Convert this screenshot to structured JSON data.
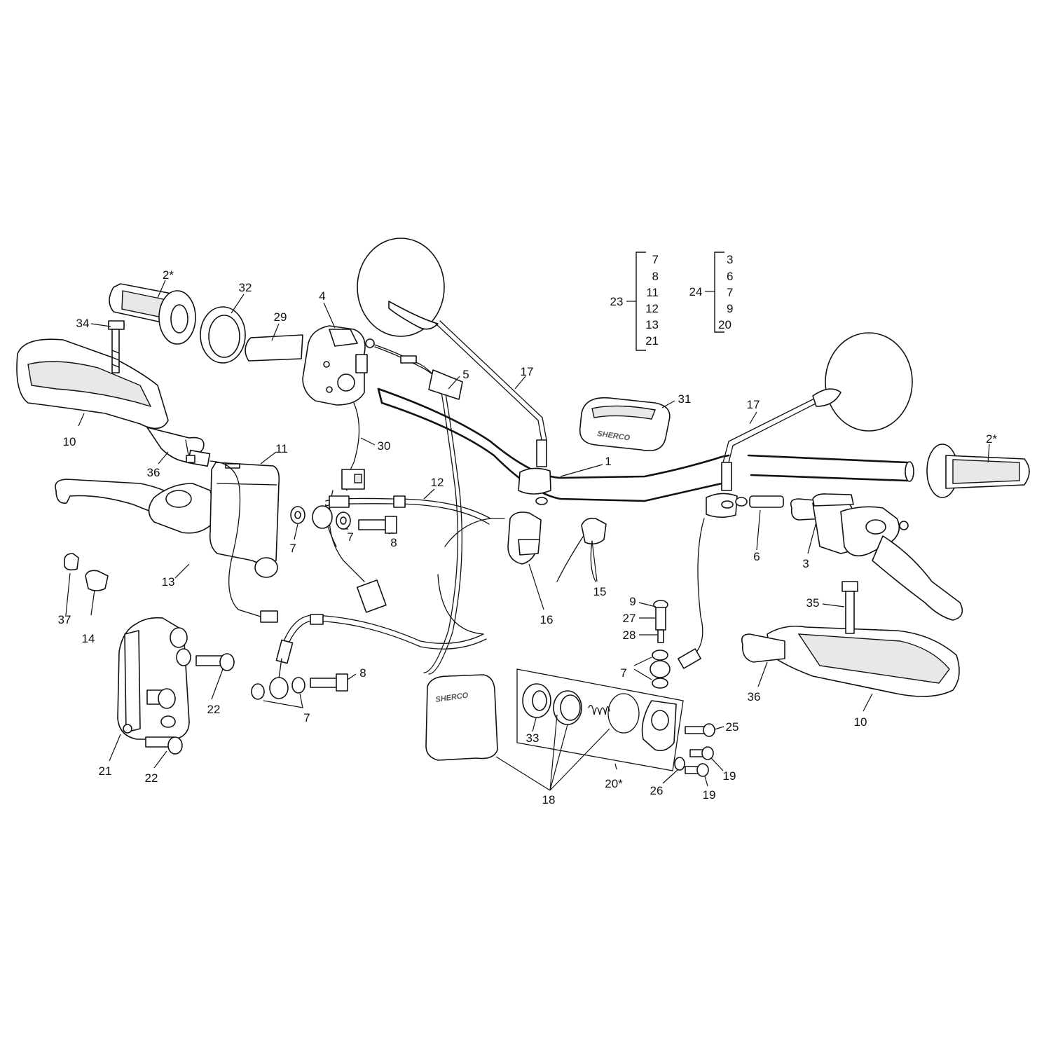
{
  "diagram": {
    "labels": {
      "l1": "1",
      "l2a": "2*",
      "l2b": "2*",
      "l3": "3",
      "l4": "4",
      "l5": "5",
      "l6": "6",
      "l7a": "7",
      "l7b": "7",
      "l7c": "7",
      "l7d": "7",
      "l8a": "8",
      "l8b": "8",
      "l9": "9",
      "l10a": "10",
      "l10b": "10",
      "l11": "11",
      "l12": "12",
      "l13": "13",
      "l14": "14",
      "l15": "15",
      "l16": "16",
      "l17a": "17",
      "l17b": "17",
      "l18": "18",
      "l19a": "19",
      "l19b": "19",
      "l20": "20*",
      "l21": "21",
      "l22a": "22",
      "l22b": "22",
      "l23": "23",
      "l24": "24",
      "l25": "25",
      "l26": "26",
      "l27": "27",
      "l28": "28",
      "l29": "29",
      "l30": "30",
      "l31": "31",
      "l32": "32",
      "l33": "33",
      "l34": "34",
      "l35": "35",
      "l36a": "36",
      "l36b": "36",
      "l37": "37"
    },
    "kit23": [
      "7",
      "8",
      "11",
      "12",
      "13",
      "21"
    ],
    "kit24": [
      "3",
      "6",
      "7",
      "9",
      "20"
    ],
    "brand": "SHERCO"
  }
}
